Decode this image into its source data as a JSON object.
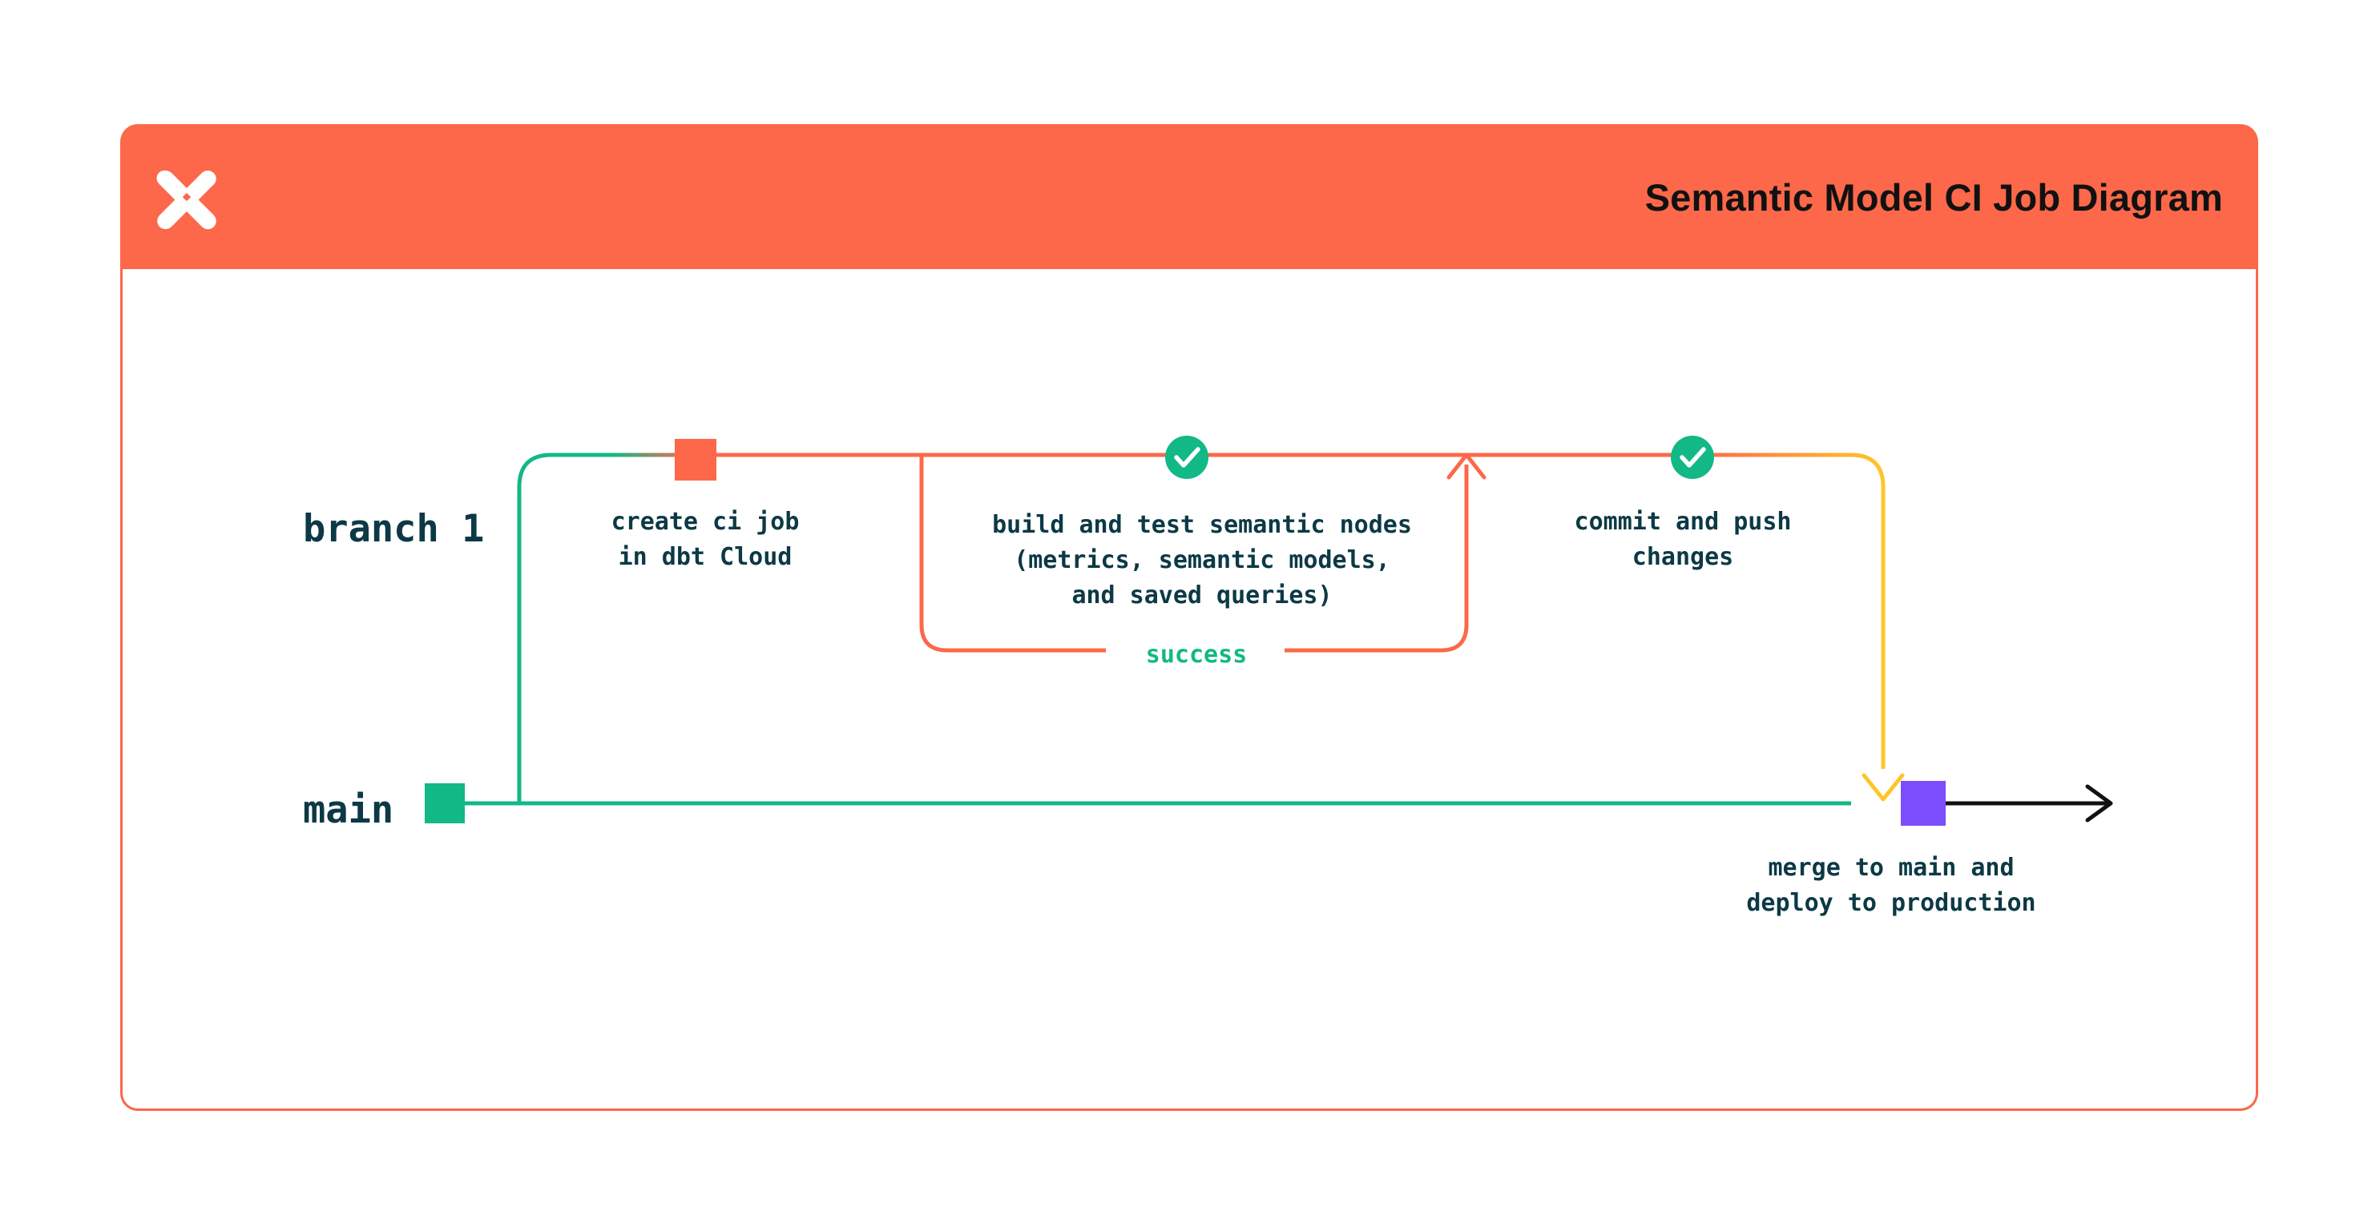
{
  "card": {
    "header": {
      "title": "Semantic Model CI Job Diagram",
      "logo_icon": "dbt-logo-icon",
      "background_color": "#FC6849",
      "title_color": "#111111"
    },
    "body": {
      "border_color": "#FC6849",
      "background_color": "#FFFFFF"
    }
  },
  "diagram": {
    "type": "git-branch-flow",
    "lanes": [
      {
        "id": "branch",
        "label": "branch 1",
        "color": "#0C3945"
      },
      {
        "id": "main",
        "label": "main",
        "color": "#0C3945"
      }
    ],
    "nodes": [
      {
        "id": "create-ci-job",
        "lane": "branch",
        "marker": "square",
        "marker_color": "#FC6849",
        "caption": "create ci job\nin dbt Cloud"
      },
      {
        "id": "build-and-test",
        "lane": "branch",
        "marker": "check-circle",
        "marker_color": "#12B886",
        "caption": "build and test semantic nodes\n(metrics, semantic models,\nand saved queries)"
      },
      {
        "id": "commit-and-push",
        "lane": "branch",
        "marker": "check-circle",
        "marker_color": "#12B886",
        "caption": "commit and push\nchanges"
      },
      {
        "id": "merge-to-main",
        "lane": "main",
        "marker": "square",
        "marker_color": "#7C4DFB",
        "caption": "merge to main and\ndeploy to production"
      },
      {
        "id": "main-start",
        "lane": "main",
        "marker": "square",
        "marker_color": "#12B886",
        "caption": ""
      }
    ],
    "edges": [
      {
        "id": "success-loop",
        "label": "success",
        "label_color": "#12B886",
        "line_color": "#FC6849",
        "arrow": "up"
      },
      {
        "id": "merge-arrow",
        "label": "",
        "line_color": "#FFC528",
        "arrow": "down"
      },
      {
        "id": "main-continues",
        "label": "",
        "line_color": "#111111",
        "arrow": "right"
      }
    ],
    "colors": {
      "branch_line_start": "#12B886",
      "branch_line_mid": "#FC6849",
      "branch_line_end": "#FFC528",
      "main_line": "#12B886",
      "text": "#0C3945"
    }
  }
}
